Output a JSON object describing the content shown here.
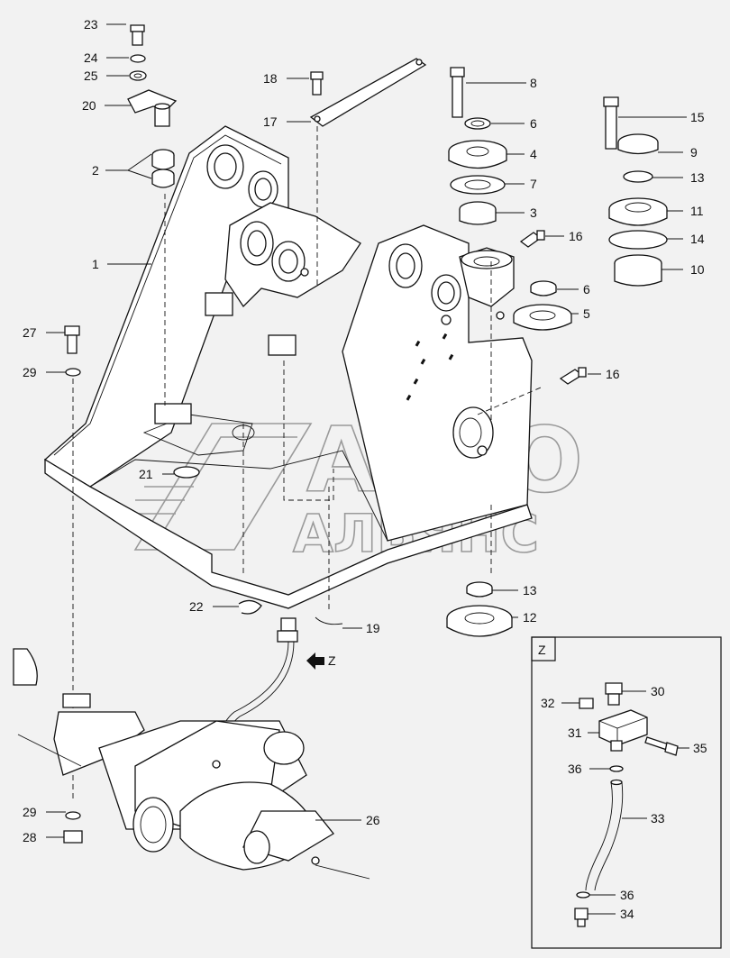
{
  "watermark": {
    "line1": "АВТО",
    "line2": "АЛЬЯНС"
  },
  "view_marker": {
    "arrow_label": "Z",
    "box_label": "Z"
  },
  "callouts": {
    "c1": "1",
    "c2": "2",
    "c3": "3",
    "c4": "4",
    "c5": "5",
    "c6a": "6",
    "c6b": "6",
    "c7": "7",
    "c8": "8",
    "c9": "9",
    "c10": "10",
    "c11": "11",
    "c12": "12",
    "c13a": "13",
    "c13b": "13",
    "c14": "14",
    "c15": "15",
    "c16a": "16",
    "c16b": "16",
    "c17": "17",
    "c18": "18",
    "c19": "19",
    "c20": "20",
    "c21": "21",
    "c22": "22",
    "c23": "23",
    "c24": "24",
    "c25": "25",
    "c26": "26",
    "c27": "27",
    "c28": "28",
    "c29a": "29",
    "c29b": "29",
    "c30": "30",
    "c31": "31",
    "c32": "32",
    "c33": "33",
    "c34": "34",
    "c35": "35",
    "c36a": "36",
    "c36b": "36"
  }
}
